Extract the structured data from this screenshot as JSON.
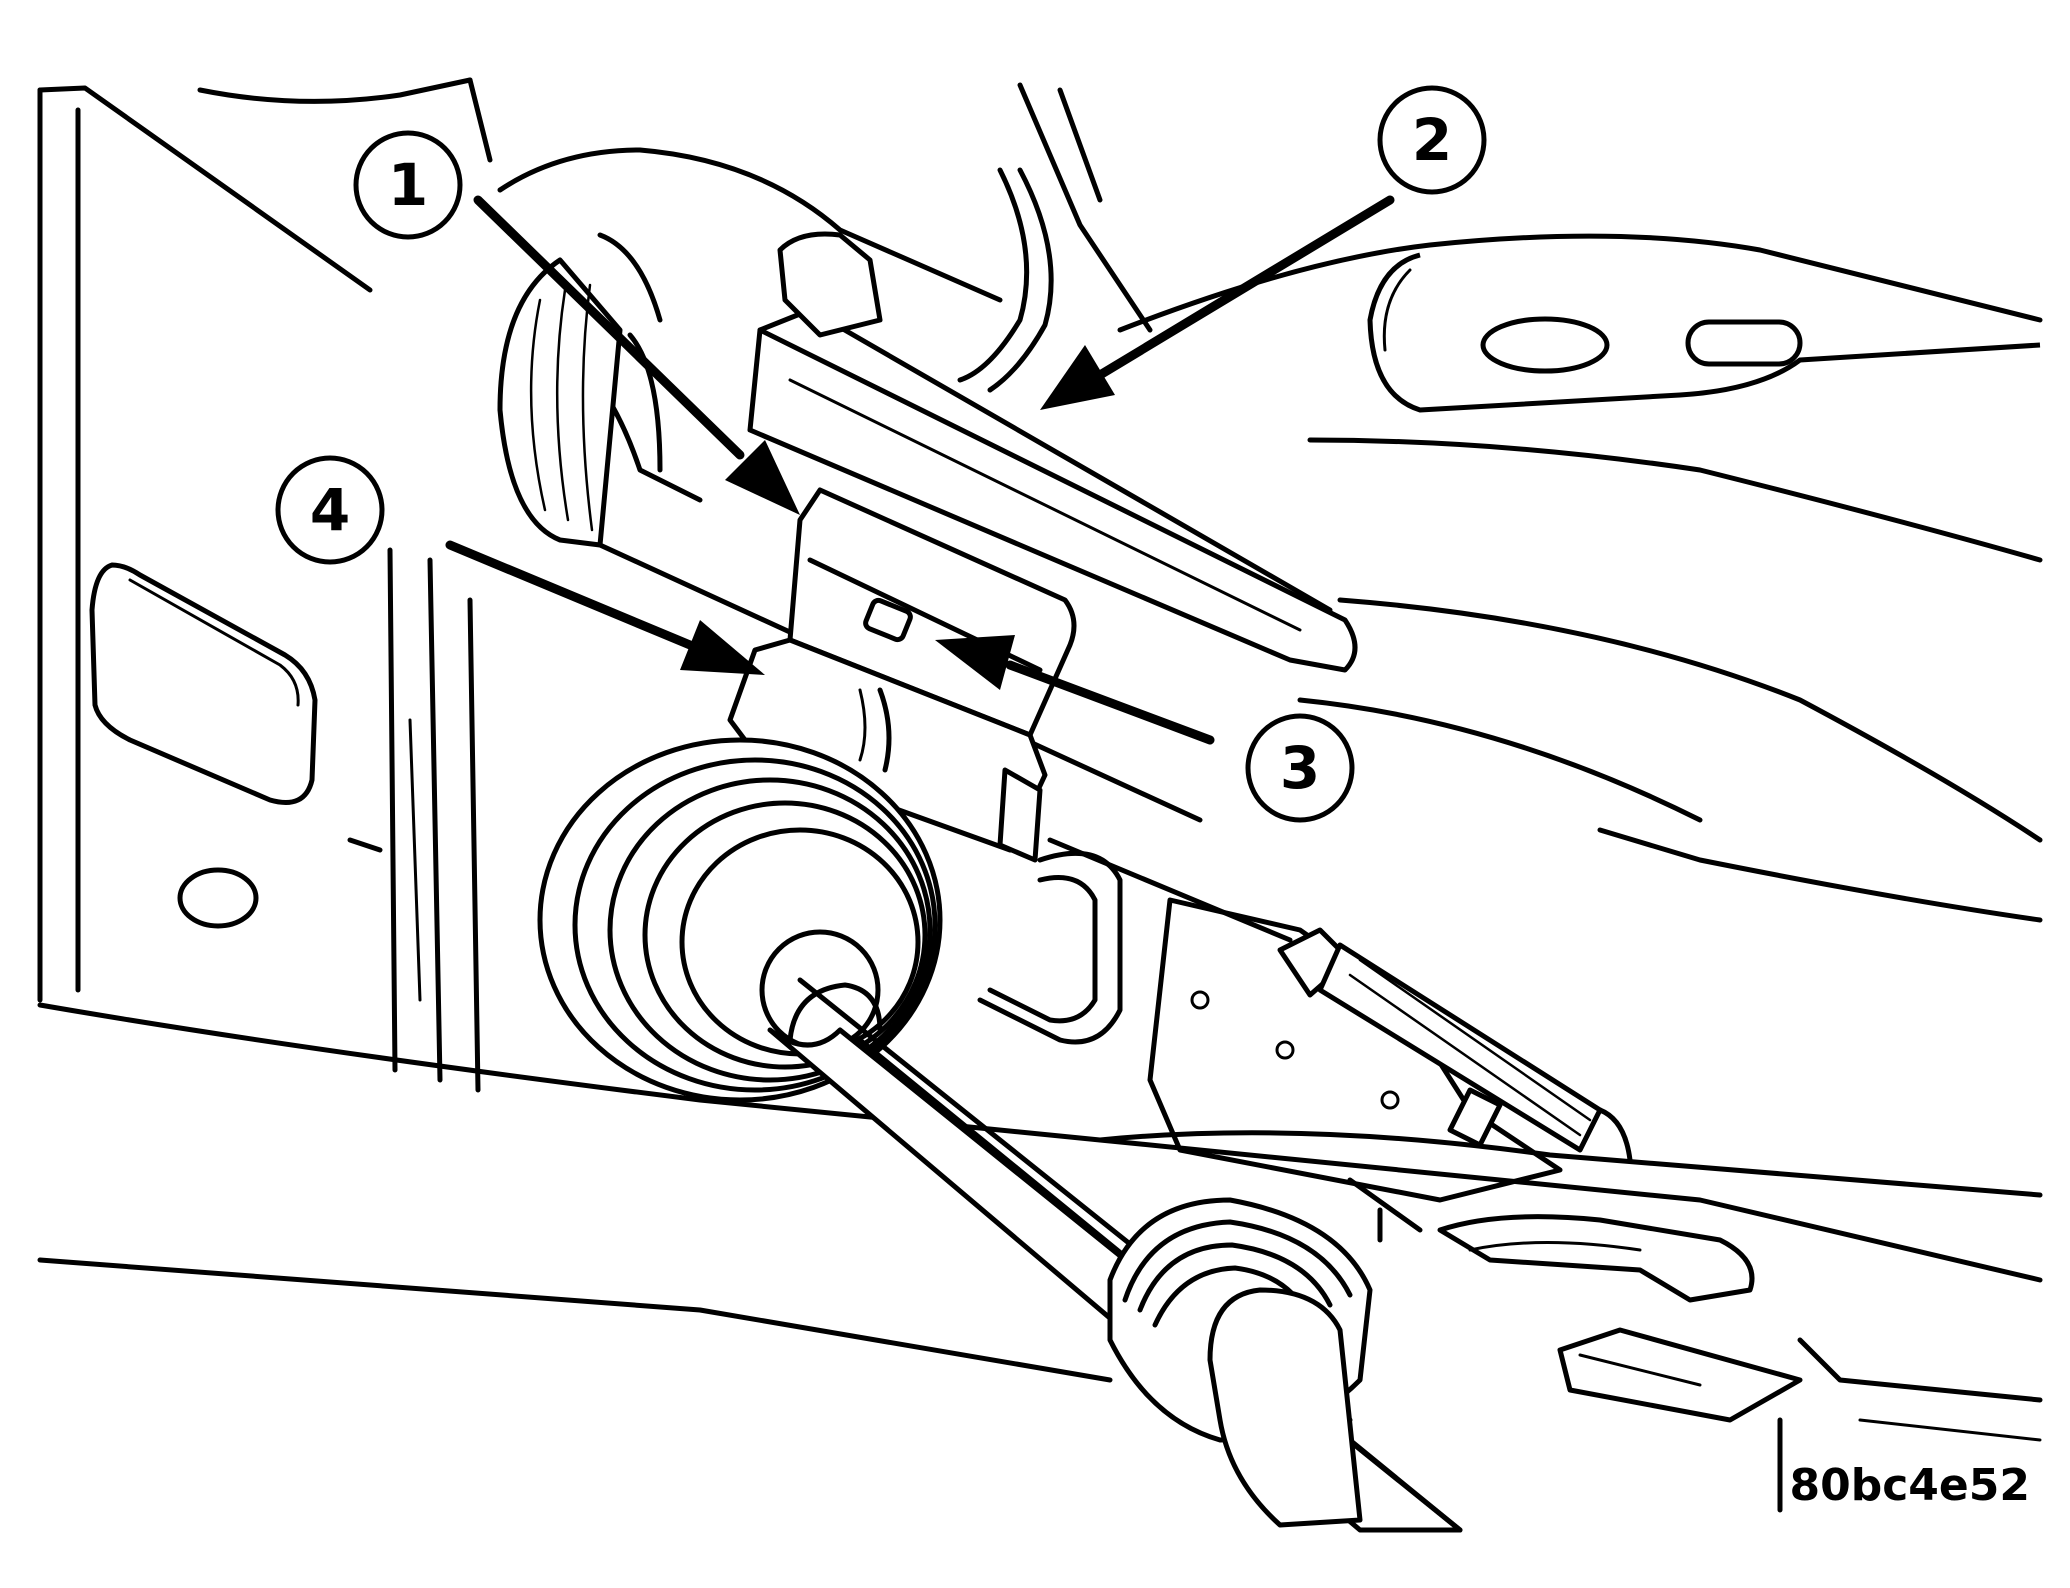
{
  "diagram": {
    "callouts": [
      {
        "id": "1",
        "label": "1"
      },
      {
        "id": "2",
        "label": "2"
      },
      {
        "id": "3",
        "label": "3"
      },
      {
        "id": "4",
        "label": "4"
      }
    ],
    "figure_code": "80bc4e52",
    "colors": {
      "ink": "#000000",
      "paper": "#ffffff"
    }
  }
}
